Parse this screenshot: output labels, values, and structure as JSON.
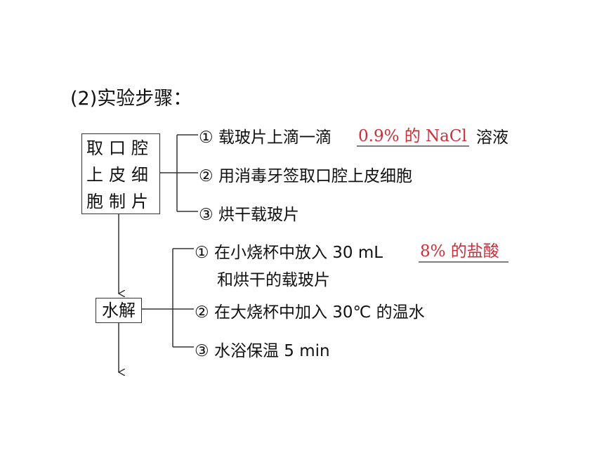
{
  "heading": "(2)实验步骤：",
  "box1": {
    "lines": [
      "取口腔",
      "上皮细",
      "胞制片"
    ]
  },
  "box2": {
    "label": "水解"
  },
  "group1": {
    "step1": {
      "num": "①",
      "prefix": "载玻片上滴一滴",
      "answer": "0.9% 的 NaCl",
      "suffix": "溶液"
    },
    "step2": {
      "num": "②",
      "text": "用消毒牙签取口腔上皮细胞"
    },
    "step3": {
      "num": "③",
      "text": "烘干载玻片"
    }
  },
  "group2": {
    "step1": {
      "num": "①",
      "prefix": "在小烧杯中放入 30 mL",
      "answer": "8% 的盐酸",
      "line2": "和烘干的载玻片"
    },
    "step2": {
      "num": "②",
      "text": "在大烧杯中加入 30℃ 的温水"
    },
    "step3": {
      "num": "③",
      "text": "水浴保温 5 min"
    }
  },
  "colors": {
    "answer": "#c8303a",
    "text": "#111111",
    "line": "#333333"
  }
}
